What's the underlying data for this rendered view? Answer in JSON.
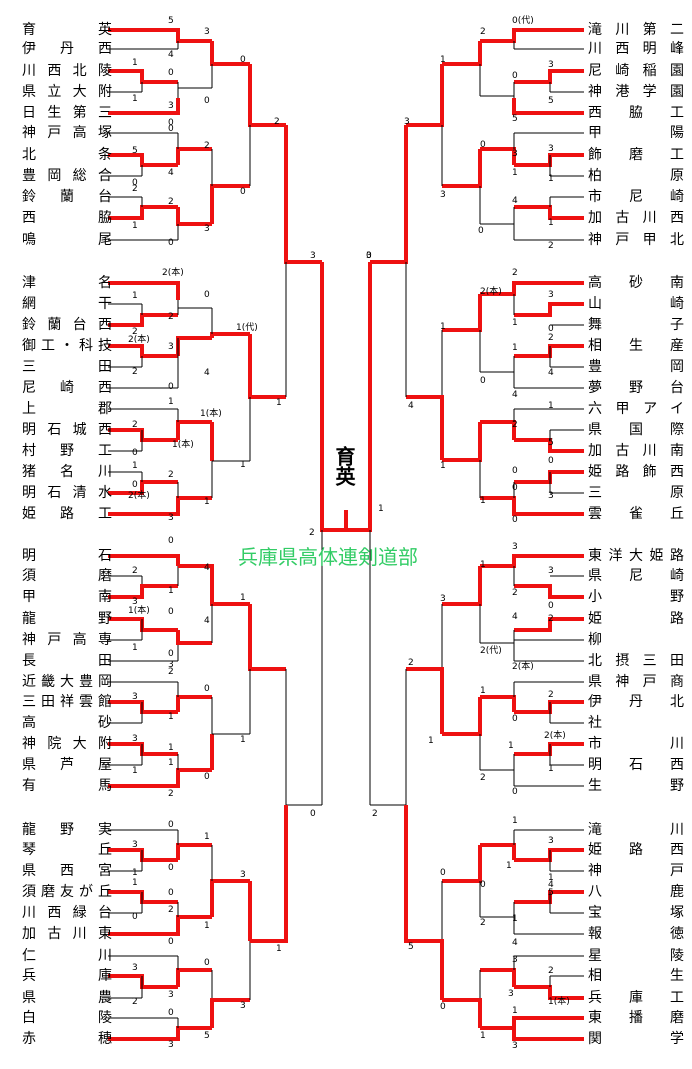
{
  "title": "兵庫県高体連剣道部",
  "champion": "育英",
  "left_teams": [
    "育英",
    "伊丹西",
    "川西北陵",
    "県立大附",
    "日生第三",
    "神戸高塚",
    "北条",
    "豊岡総合",
    "鈴蘭台",
    "西脇",
    "鳴尾",
    "津名",
    "網干",
    "鈴蘭台西",
    "御工・科技",
    "三田",
    "尼崎西",
    "上郡",
    "明石城西",
    "村野工",
    "猪名川",
    "明石清水",
    "姫路工",
    "明石",
    "須磨",
    "甲南",
    "龍野",
    "神戸高専",
    "長田",
    "近畿大豊岡",
    "三田祥雲館",
    "高砂",
    "神院大附",
    "県芦屋",
    "有馬",
    "龍野実",
    "琴丘",
    "県西宮",
    "須磨友が丘",
    "川西緑台",
    "加古川東",
    "仁川",
    "兵庫",
    "県農",
    "白陵",
    "赤穂"
  ],
  "right_teams": [
    "滝川第二",
    "川西明峰",
    "尼崎稲園",
    "神港学園",
    "西脇工",
    "甲陽",
    "飾磨工",
    "柏原",
    "市尼崎",
    "加古川西",
    "神戸甲北",
    "高砂南",
    "山崎",
    "舞子",
    "相生産",
    "豊岡",
    "夢野台",
    "六甲アイ",
    "県国際",
    "加古川南",
    "姫路飾西",
    "三原",
    "雲雀丘",
    "東洋大姫路",
    "県尼崎",
    "小野",
    "姫路",
    "柳",
    "北摂三田",
    "県神戸商",
    "伊丹北",
    "社",
    "市川",
    "明石西",
    "生野",
    "滝川",
    "姫路西",
    "神戸",
    "八鹿",
    "宝塚",
    "報徳",
    "星陵",
    "相生",
    "兵庫工",
    "東播磨",
    "関学"
  ],
  "scores": [
    "5",
    "3",
    "0",
    "4",
    "2",
    "1",
    "0",
    "1",
    "0",
    "3",
    "0",
    "0",
    "5",
    "2",
    "4",
    "0",
    "0",
    "2",
    "2",
    "3",
    "1",
    "0",
    "3",
    "2(本)",
    "0",
    "1",
    "2",
    "2",
    "2(本)",
    "3",
    "1(代)",
    "2",
    "4",
    "1",
    "0",
    "1",
    "2",
    "1(本)",
    "1",
    "1(本)",
    "0",
    "1",
    "2",
    "0",
    "2(本)",
    "1",
    "3",
    "4",
    "0",
    "2",
    "1",
    "3",
    "1(本)",
    "4",
    "0",
    "1",
    "1",
    "0",
    "3",
    "2",
    "0",
    "3",
    "1",
    "1",
    "3",
    "1",
    "1",
    "1",
    "0",
    "2",
    "0",
    "1",
    "3",
    "0",
    "1",
    "1",
    "0",
    "3",
    "0",
    "2",
    "1",
    "0",
    "1",
    "3",
    "0",
    "3",
    "3",
    "2",
    "0",
    "5",
    "3",
    "0",
    "0(代)",
    "2",
    "1",
    "3",
    "0",
    "5",
    "5",
    "3",
    "0",
    "3",
    "3",
    "1",
    "1",
    "3",
    "4",
    "0",
    "1",
    "2",
    "0",
    "2",
    "2(本)",
    "3",
    "1",
    "1",
    "0",
    "2",
    "1",
    "4",
    "4",
    "0",
    "4",
    "1",
    "2",
    "5",
    "1",
    "0",
    "0",
    "0",
    "3",
    "1",
    "0",
    "3",
    "1",
    "3",
    "3",
    "2",
    "0",
    "2",
    "4",
    "2(代)",
    "2(本)",
    "2",
    "1",
    "2",
    "0",
    "1",
    "2(本)",
    "1",
    "1",
    "0",
    "2",
    "2",
    "1",
    "3",
    "1",
    "1",
    "0",
    "4",
    "0",
    "5",
    "1",
    "2",
    "4",
    "5",
    "3",
    "2",
    "3",
    "1(本)",
    "1",
    "0",
    "1",
    "3",
    "2",
    "1",
    "3",
    "4",
    "0",
    "4",
    "1",
    "2",
    "0",
    "4",
    "5",
    "1",
    "1(本)",
    "3",
    "2",
    "1",
    "3",
    "3",
    "0",
    "0",
    "4",
    "0",
    "0",
    "0"
  ],
  "colors": {
    "win": "#ee1111",
    "lose": "#000000",
    "title": "#33cc66"
  }
}
